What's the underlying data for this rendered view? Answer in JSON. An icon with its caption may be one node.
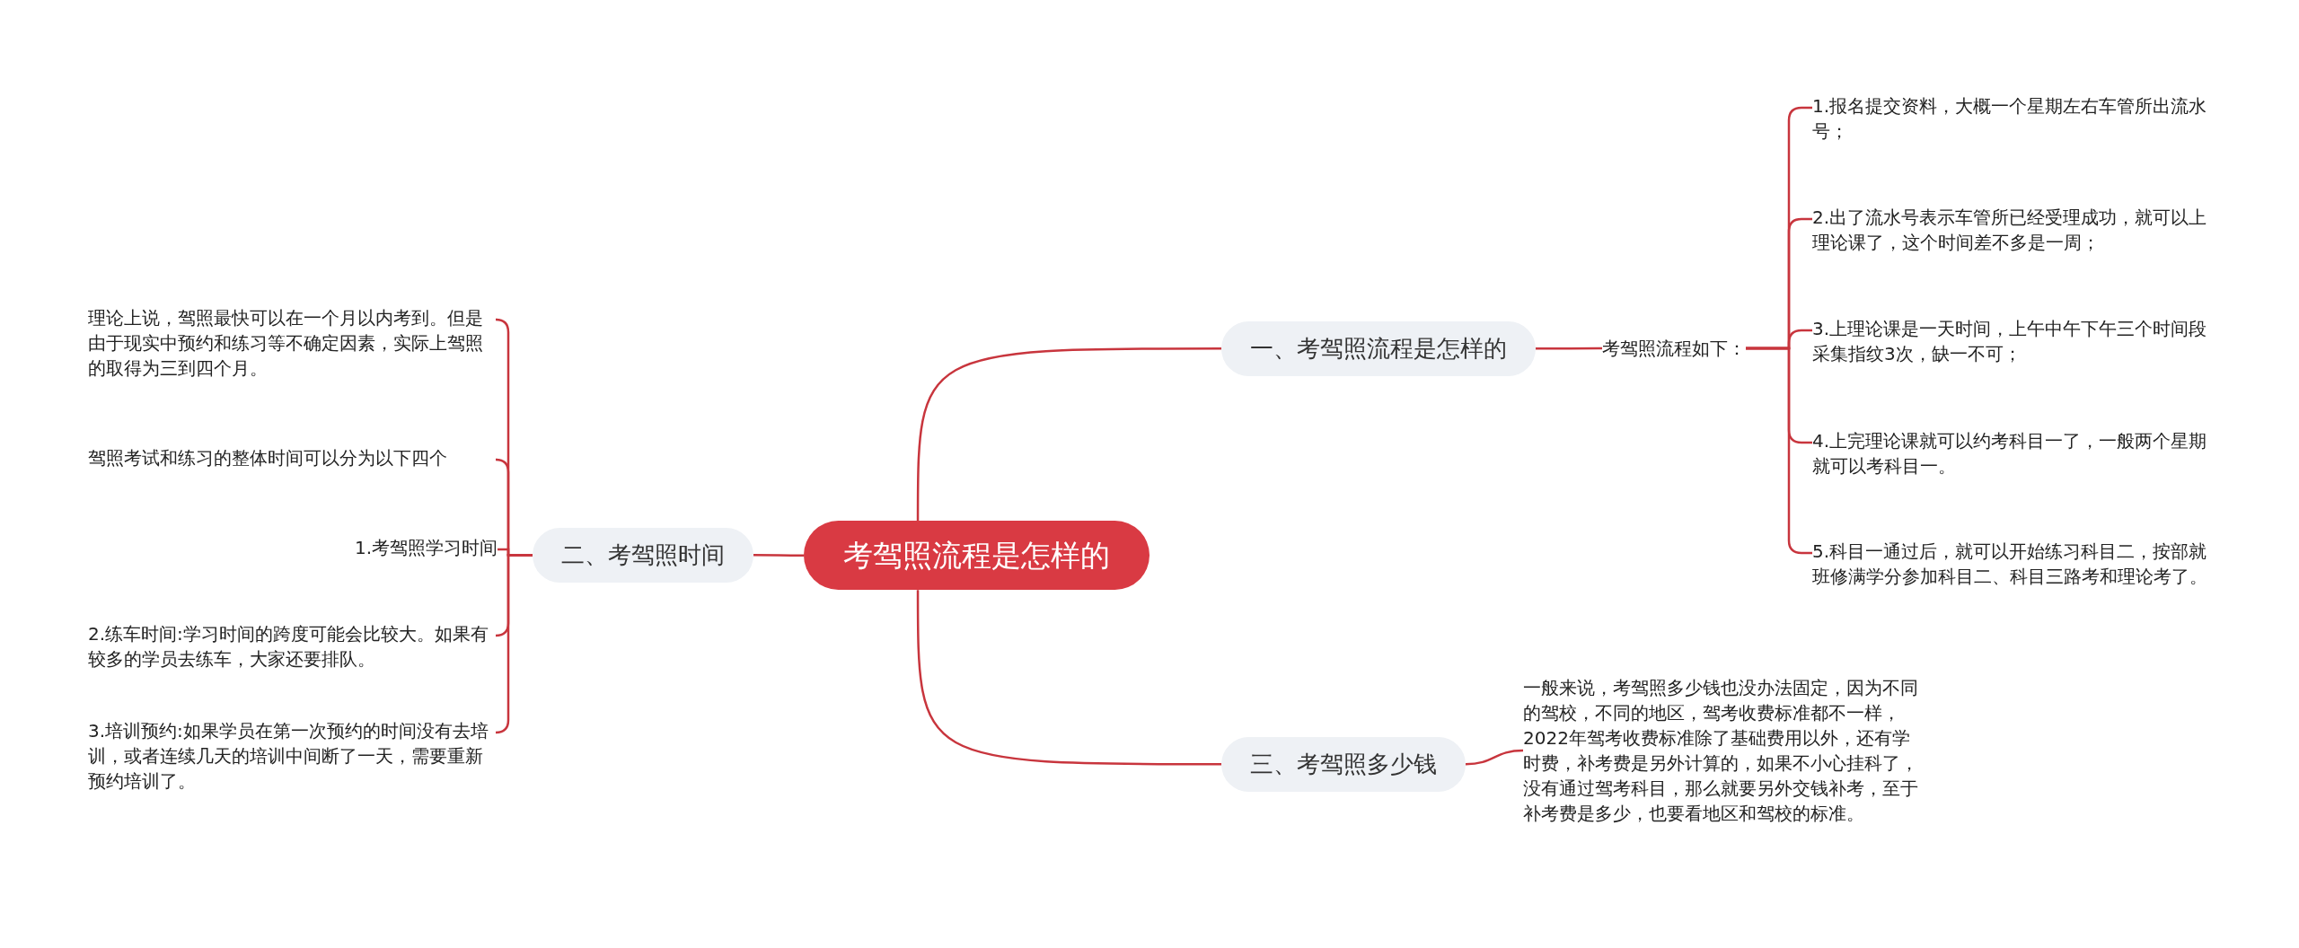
{
  "diagram": {
    "nodes": [
      {
        "text": [
          "考驾照流程是怎样的"
        ]
      },
      {
        "text": [
          "一、考驾照流程是怎样的"
        ]
      },
      {
        "text": [
          "考驾照流程如下："
        ]
      },
      {
        "text": [
          "1.报名提交资料，大概一个星期左右车管所出流水号；"
        ]
      },
      {
        "text": [
          "2.出了流水号表示车管所已经受理成功，就可以上理论课了，这个时间差不多是一周；"
        ]
      },
      {
        "text": [
          "3.上理论课是一天时间，上午中午下午三个时间段采集指纹3次，缺一不可；"
        ]
      },
      {
        "text": [
          "4.上完理论课就可以约考科目一了，一般两个星期就可以考科目一。"
        ]
      },
      {
        "text": [
          "5.科目一通过后，就可以开始练习科目二，按部就班修满学分参加科目二、科目三路考和理论考了。"
        ]
      },
      {
        "text": [
          "二、考驾照时间"
        ]
      },
      {
        "text": [
          "理论上说，驾照最快可以在一个月以内考到。但是由于现实中预约和练习等不确定因素，实际上驾照的取得为三到四个月。"
        ]
      },
      {
        "text": [
          "驾照考试和练习的整体时间可以分为以下四个"
        ]
      },
      {
        "text": [
          "1.考驾照学习时间"
        ]
      },
      {
        "text": [
          "2.练车时间:学习时间的跨度可能会比较大。如果有较多的学员去练车，大家还要排队。"
        ]
      },
      {
        "text": [
          "3.培训预约:如果学员在第一次预约的时间没有去培训，或者连续几天的培训中间断了一天，需要重新预约培训了。"
        ]
      },
      {
        "text": [
          "三、考驾照多少钱"
        ]
      },
      {
        "text": [
          "一般来说，考驾照多少钱也没办法固定，因为不同的驾校，不同的地区，驾考收费标准都不一样，2022年驾考收费标准除了基础费用以外，还有学时费，补考费是另外计算的，如果不小心挂科了，没有通过驾考科目，那么就要另外交钱补考，至于补考费是多少，也要看地区和驾校的标准。"
        ]
      }
    ],
    "edges": [
      {
        "from": 0,
        "to": 1,
        "arrow": "none"
      },
      {
        "from": 1,
        "to": 2,
        "arrow": "none"
      },
      {
        "from": 2,
        "to": 3,
        "arrow": "none"
      },
      {
        "from": 2,
        "to": 4,
        "arrow": "none"
      },
      {
        "from": 2,
        "to": 5,
        "arrow": "none"
      },
      {
        "from": 2,
        "to": 6,
        "arrow": "none"
      },
      {
        "from": 2,
        "to": 7,
        "arrow": "none"
      },
      {
        "from": 0,
        "to": 8,
        "arrow": "none"
      },
      {
        "from": 8,
        "to": 9,
        "arrow": "none"
      },
      {
        "from": 8,
        "to": 10,
        "arrow": "none"
      },
      {
        "from": 8,
        "to": 11,
        "arrow": "none"
      },
      {
        "from": 8,
        "to": 12,
        "arrow": "none"
      },
      {
        "from": 8,
        "to": 13,
        "arrow": "none"
      },
      {
        "from": 0,
        "to": 14,
        "arrow": "none"
      },
      {
        "from": 14,
        "to": 15,
        "arrow": "none"
      }
    ]
  }
}
